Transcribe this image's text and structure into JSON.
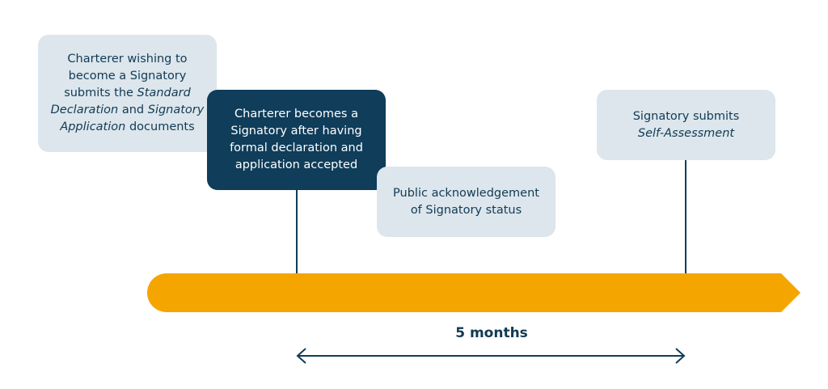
{
  "colors": {
    "timeline": "#f5a500",
    "dark_box": "#0f3d5a",
    "light_box": "#dce6ec",
    "line": "#0f3d5a",
    "text_dark": "#123a55"
  },
  "steps": [
    {
      "lines": [
        [
          {
            "t": "Charterer wishing to",
            "i": false
          }
        ],
        [
          {
            "t": "become a Signatory",
            "i": false
          }
        ],
        [
          {
            "t": "submits the ",
            "i": false
          },
          {
            "t": "Standard",
            "i": true
          }
        ],
        [
          {
            "t": "Declaration",
            "i": true
          },
          {
            "t": " and ",
            "i": false
          },
          {
            "t": "Signatory",
            "i": true
          }
        ],
        [
          {
            "t": "Application",
            "i": true
          },
          {
            "t": " documents",
            "i": false
          }
        ]
      ]
    },
    {
      "lines": [
        [
          {
            "t": "Charterer becomes a",
            "i": false
          }
        ],
        [
          {
            "t": "Signatory after having",
            "i": false
          }
        ],
        [
          {
            "t": "formal declaration and",
            "i": false
          }
        ],
        [
          {
            "t": "application accepted",
            "i": false
          }
        ]
      ]
    },
    {
      "lines": [
        [
          {
            "t": "Public acknowledgement",
            "i": false
          }
        ],
        [
          {
            "t": "of Signatory status",
            "i": false
          }
        ]
      ]
    },
    {
      "lines": [
        [
          {
            "t": "Signatory submits",
            "i": false
          }
        ],
        [
          {
            "t": "Self-Assessment",
            "i": true
          }
        ]
      ]
    }
  ],
  "duration_label": "5 months"
}
